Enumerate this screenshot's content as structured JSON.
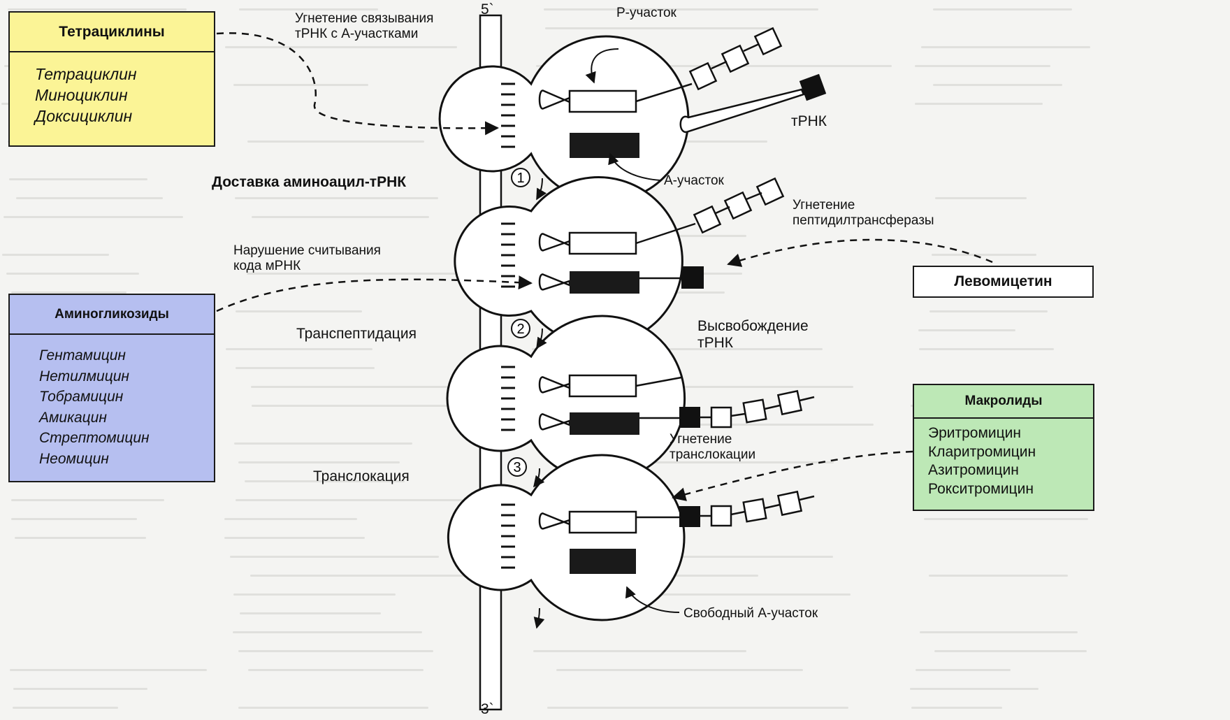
{
  "boxes": {
    "tetracyclines": {
      "title": "Тетрациклины",
      "items": [
        "Тетрациклин",
        "Миноциклин",
        "Доксициклин"
      ]
    },
    "aminoglycosides": {
      "title": "Аминогликозиды",
      "items": [
        "Гентамицин",
        "Нетилмицин",
        "Тобрамицин",
        "Амикацин",
        "Стрептомицин",
        "Неомицин"
      ]
    },
    "levomycetin": {
      "title": "Левомицетин"
    },
    "macrolides": {
      "title": "Макролиды",
      "items": [
        "Эритромицин",
        "Кларитромицин",
        "Азитромицин",
        "Рокситромицин"
      ]
    }
  },
  "labels": {
    "inhibit_binding_line1": "Угнетение связывания",
    "inhibit_binding_line2": "тРНК с А-участками",
    "five_prime": "5`",
    "three_prime": "3`",
    "p_site": "Р-участок",
    "trna": "тРНК",
    "a_site": "А-участок",
    "delivery": "Доставка аминоацил-тРНК",
    "misreading_line1": "Нарушение считывания",
    "misreading_line2": "кода мРНК",
    "inhibit_peptidyl_line1": "Угнетение",
    "inhibit_peptidyl_line2": "пептидилтрансферазы",
    "transpeptidation": "Транспептидация",
    "release_line1": "Высвобождение",
    "release_line2": "тРНК",
    "inhibit_transloc_line1": "Угнетение",
    "inhibit_transloc_line2": "транслокации",
    "translocation": "Транслокация",
    "free_a_site": "Свободный А-участок"
  },
  "steps": [
    "1",
    "2",
    "3"
  ],
  "colors": {
    "tetracyclines_fill": "#fbf496",
    "aminoglycosides_fill": "#b6bff0",
    "macrolides_fill": "#bde8b6",
    "levomycetin_fill": "#ffffff"
  }
}
